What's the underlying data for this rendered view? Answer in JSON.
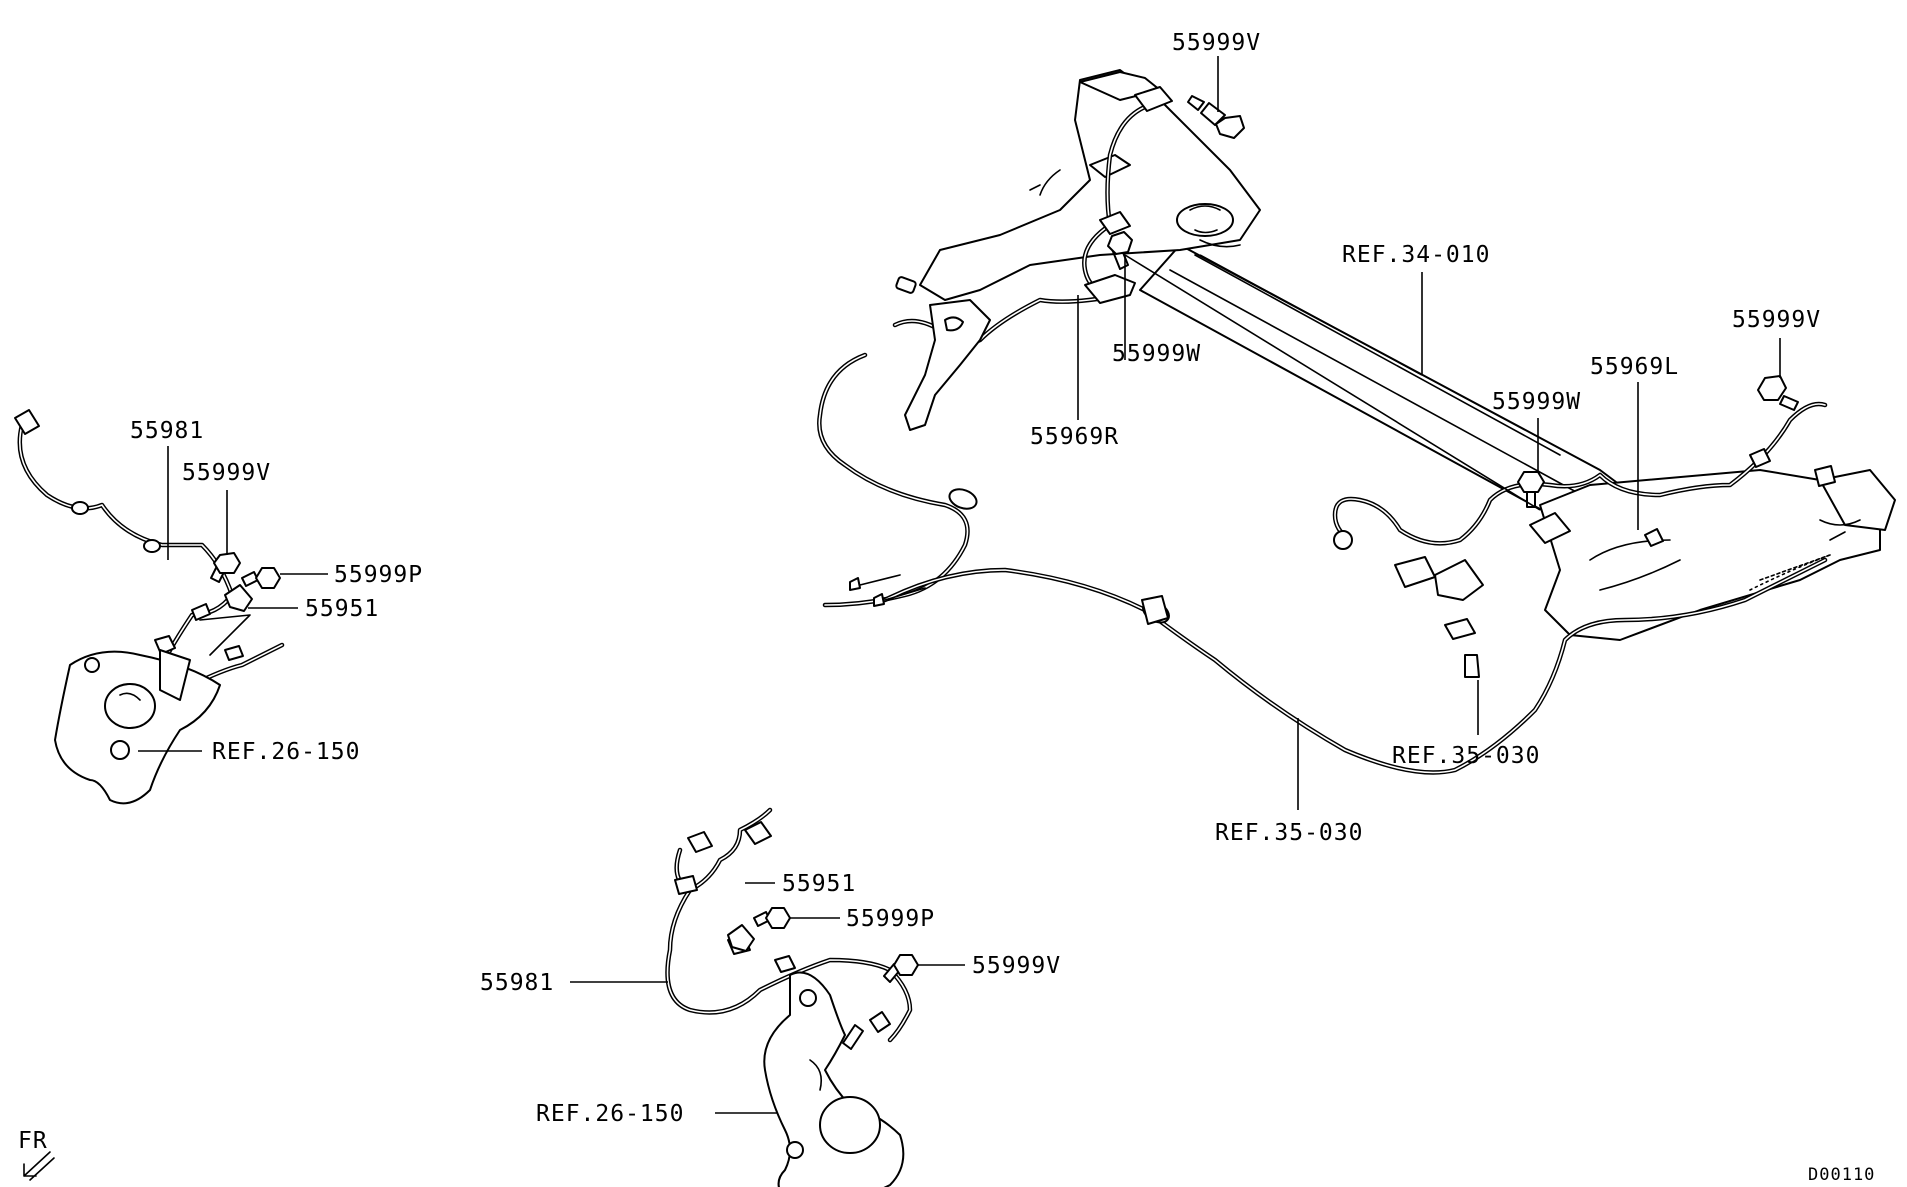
{
  "labels": {
    "rear_bracket_bolt_top": "55999V",
    "rear_axle_ref": "REF.34-010",
    "rear_right_bracket_bolt": "55999V",
    "rear_left_sensor": "55969L",
    "rear_center_bolt": "55999W",
    "rear_left_bolt": "55999W",
    "rear_right_sensor": "55969R",
    "parking_brake_ref_right": "REF.35-030",
    "parking_brake_ref_center": "REF.35-030",
    "front_left_sensor": "55981",
    "front_left_bolt_v": "55999V",
    "front_left_bolt_p": "55999P",
    "front_left_clip": "55951",
    "front_left_knuckle_ref": "REF.26-150",
    "front_right_clip": "55951",
    "front_right_bolt_p": "55999P",
    "front_right_sensor": "55981",
    "front_right_bolt_v": "55999V",
    "front_right_knuckle_ref": "REF.26-150",
    "direction": "FR",
    "diagram_code": "D00110"
  },
  "colors": {
    "ink": "#000000",
    "paper": "#ffffff"
  }
}
